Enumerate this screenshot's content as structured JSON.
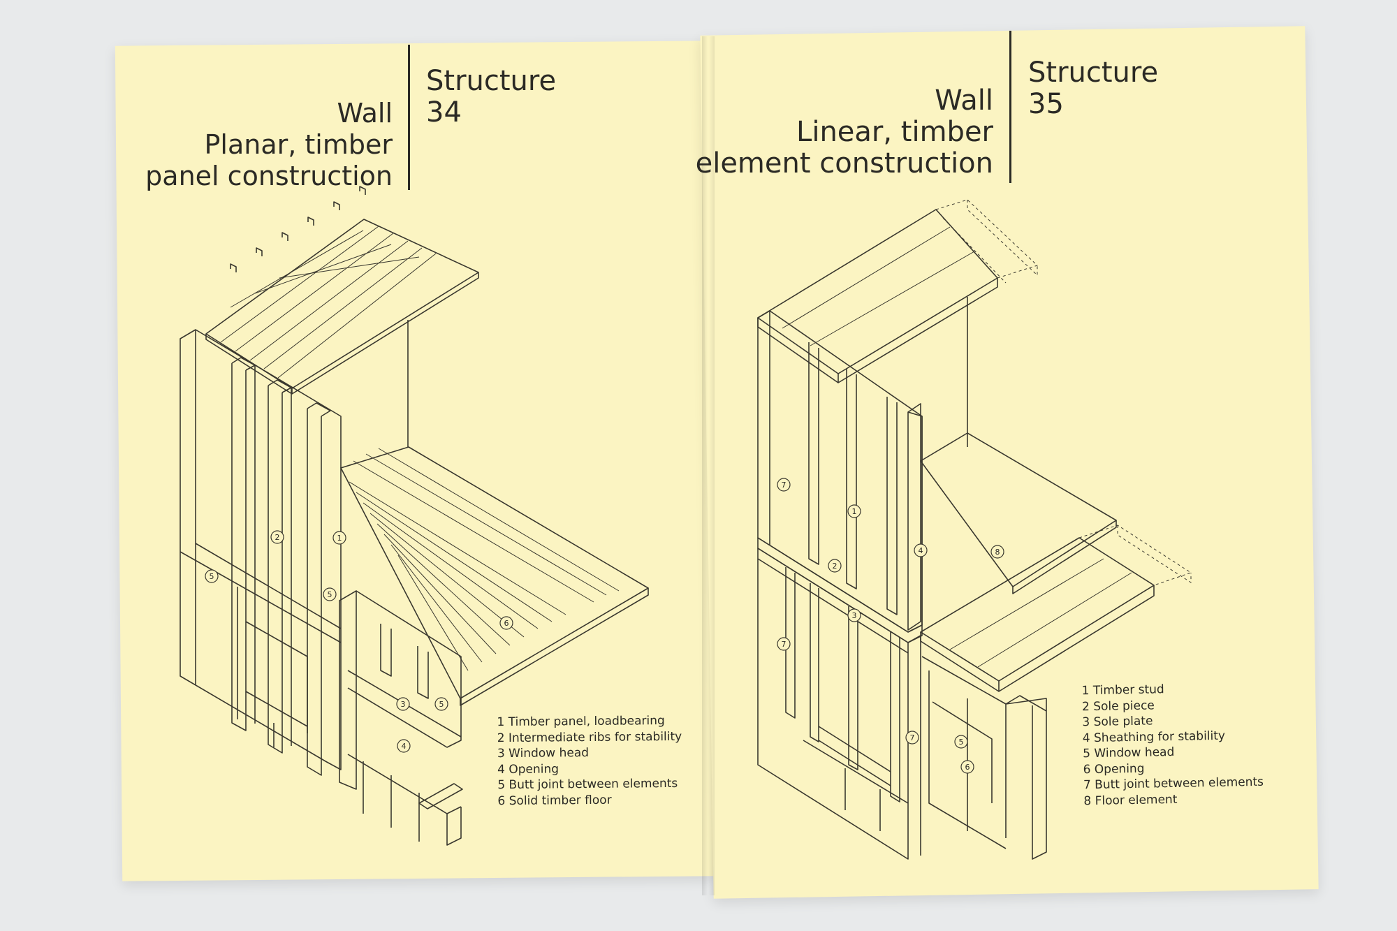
{
  "left_page": {
    "title_lines": [
      "Wall",
      "Planar, timber",
      "panel construction"
    ],
    "section": "Structure",
    "page_number": "34",
    "legend": [
      "1 Timber panel, loadbearing",
      "2 Intermediate ribs for stability",
      "3 Window head",
      "4 Opening",
      "5 Butt joint between elements",
      "6 Solid timber floor"
    ],
    "callouts": [
      "1",
      "2",
      "5",
      "5",
      "6",
      "3",
      "5",
      "4"
    ]
  },
  "right_page": {
    "title_lines": [
      "Wall",
      "Linear, timber",
      "element construction"
    ],
    "section": "Structure",
    "page_number": "35",
    "legend": [
      "1 Timber stud",
      "2 Sole piece",
      "3 Sole plate",
      "4 Sheathing for stability",
      "5 Window head",
      "6 Opening",
      "7 Butt joint between elements",
      "8 Floor element"
    ],
    "callouts": [
      "7",
      "1",
      "4",
      "8",
      "2",
      "3",
      "7",
      "7",
      "5",
      "6"
    ]
  },
  "colors": {
    "paper": "#fbf4c2",
    "ink": "#2b2a25",
    "background": "#e8eaeb"
  }
}
